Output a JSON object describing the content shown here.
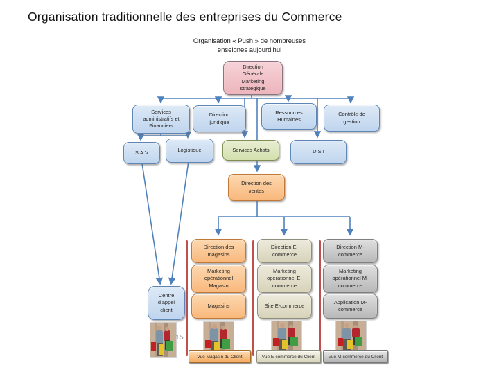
{
  "slide": {
    "title": "Organisation traditionnelle des entreprises du Commerce",
    "subtitle": "Organisation « Push » de nombreuses\nenseignes aujourd’hui",
    "page_number": "15"
  },
  "nodes": {
    "root": "Direction\nGénérale\nMarketing\nstratégique",
    "services_admin": "Services\nadministratifs et\nFinanciers",
    "direction_juridique": "Direction\njuridique",
    "ressources_humaines": "Ressources\nHumaines",
    "controle_gestion": "Contrôle de\ngestion",
    "sav": "S.A.V",
    "logistique": "Logistique",
    "services_achats": "Services Achats",
    "dsi": "D.S.I",
    "direction_ventes": "Direction des\nventes",
    "centre_appel": "Centre\nd’appel\nclient"
  },
  "columns": [
    {
      "theme": "orange",
      "items": [
        "Direction des\nmagasins",
        "Marketing\nopérationnel\nMagasin",
        "Magasins"
      ]
    },
    {
      "theme": "beige",
      "items": [
        "Direction E-\ncommerce",
        "Marketing\nopérationnel E-\ncommerce",
        "Site E-commerce"
      ]
    },
    {
      "theme": "gray",
      "items": [
        "Direction M-\ncommerce",
        "Marketing\nopérationnel M-\ncommerce",
        "Application M-\ncommerce"
      ]
    }
  ],
  "buttons": [
    "Vue Magasin du Client",
    "Vue E-commerce du Client",
    "Vue M-commerce du Client"
  ],
  "images": {
    "shoppers": "couple-with-shopping-bags-photo"
  },
  "colors": {
    "connector_blue": "#4f81bd",
    "separator_red": "#c0504d",
    "root_pink": "#f0c0c5",
    "box_blue": "#cddff2",
    "box_green": "#dbe6bb",
    "box_orange": "#fbc896",
    "box_beige": "#e3dfcd",
    "box_gray": "#c9c9c9"
  }
}
